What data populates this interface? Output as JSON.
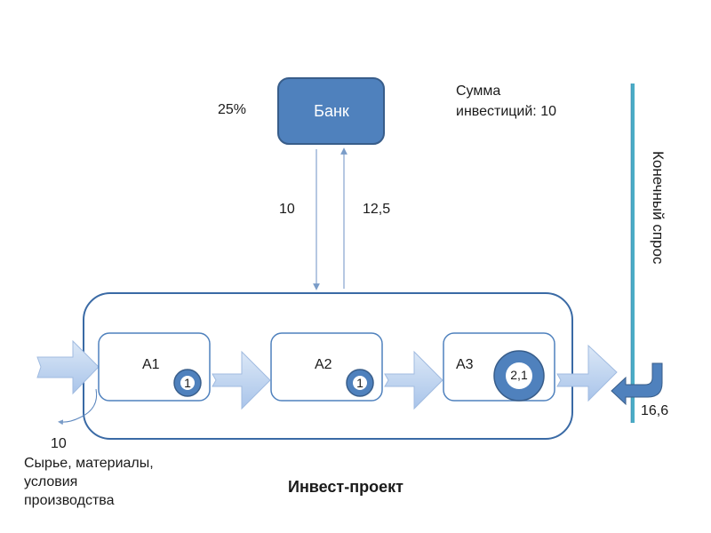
{
  "bank": {
    "label": "Банк",
    "rate": "25%"
  },
  "investment": {
    "line1": "Сумма",
    "line2": "инвестиций: 10"
  },
  "flows": {
    "to_project": "10",
    "to_bank": "12,5",
    "raw_input": "10",
    "demand_return": "16,6"
  },
  "demand": {
    "label": "Конечный спрос"
  },
  "stages": [
    {
      "label": "A1",
      "value": "1"
    },
    {
      "label": "A2",
      "value": "1"
    },
    {
      "label": "A3",
      "value": "2,1"
    }
  ],
  "raw_materials": {
    "line1": "Сырье, материалы,",
    "line2": "условия",
    "line3": "производства"
  },
  "project": {
    "title": "Инвест-проект"
  },
  "colors": {
    "primary": "#4f81bd",
    "border": "#3a6aa5",
    "arrow_fill": "#c6d9f1",
    "demand_line": "#4bacc6"
  }
}
